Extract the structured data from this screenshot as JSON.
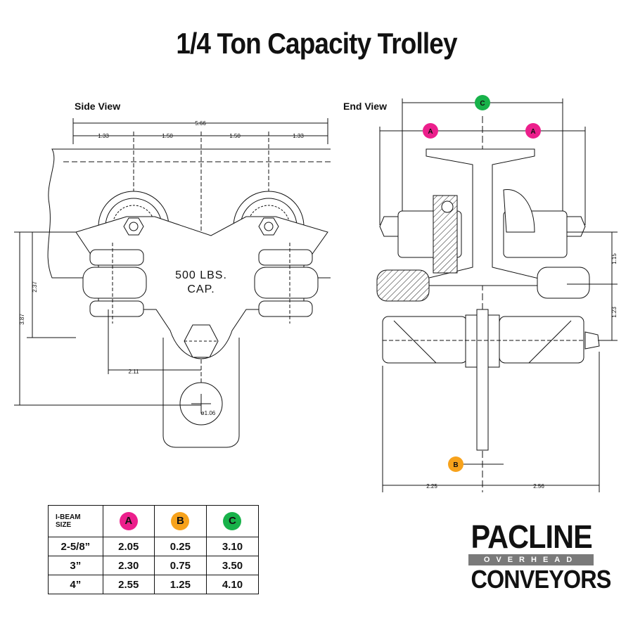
{
  "title": "1/4 Ton Capacity Trolley",
  "side_view": {
    "label": "Side View",
    "capacity_line1": "500 LBS.",
    "capacity_line2": "CAP.",
    "dim_overall": "5.66",
    "dim_seg1": "1.33",
    "dim_seg2": "1.50",
    "dim_seg3": "1.50",
    "dim_seg4": "1.33",
    "dim_height_a": "2.37",
    "dim_height_b": "3.87",
    "dim_offset": "2.11",
    "dim_hole": "ø1.06"
  },
  "end_view": {
    "label": "End View",
    "dim_right_upper": "1.15",
    "dim_right_lower": "1.23",
    "dim_bottom_left": "2.25",
    "dim_bottom_right": "2.56",
    "marker_a": "A",
    "marker_b": "B",
    "marker_c": "C"
  },
  "colors": {
    "a": "#ec1f8c",
    "b": "#f7a21b",
    "c": "#18b24a"
  },
  "table": {
    "size_header": "I-BEAM\nSIZE",
    "col_a": "A",
    "col_b": "B",
    "col_c": "C",
    "rows": [
      {
        "size": "2-5/8”",
        "a": "2.05",
        "b": "0.25",
        "c": "3.10"
      },
      {
        "size": "3”",
        "a": "2.30",
        "b": "0.75",
        "c": "3.50"
      },
      {
        "size": "4”",
        "a": "2.55",
        "b": "1.25",
        "c": "4.10"
      }
    ]
  },
  "logo": {
    "line1": "PACLINE",
    "line2": "OVERHEAD",
    "line3": "CONVEYORS"
  }
}
